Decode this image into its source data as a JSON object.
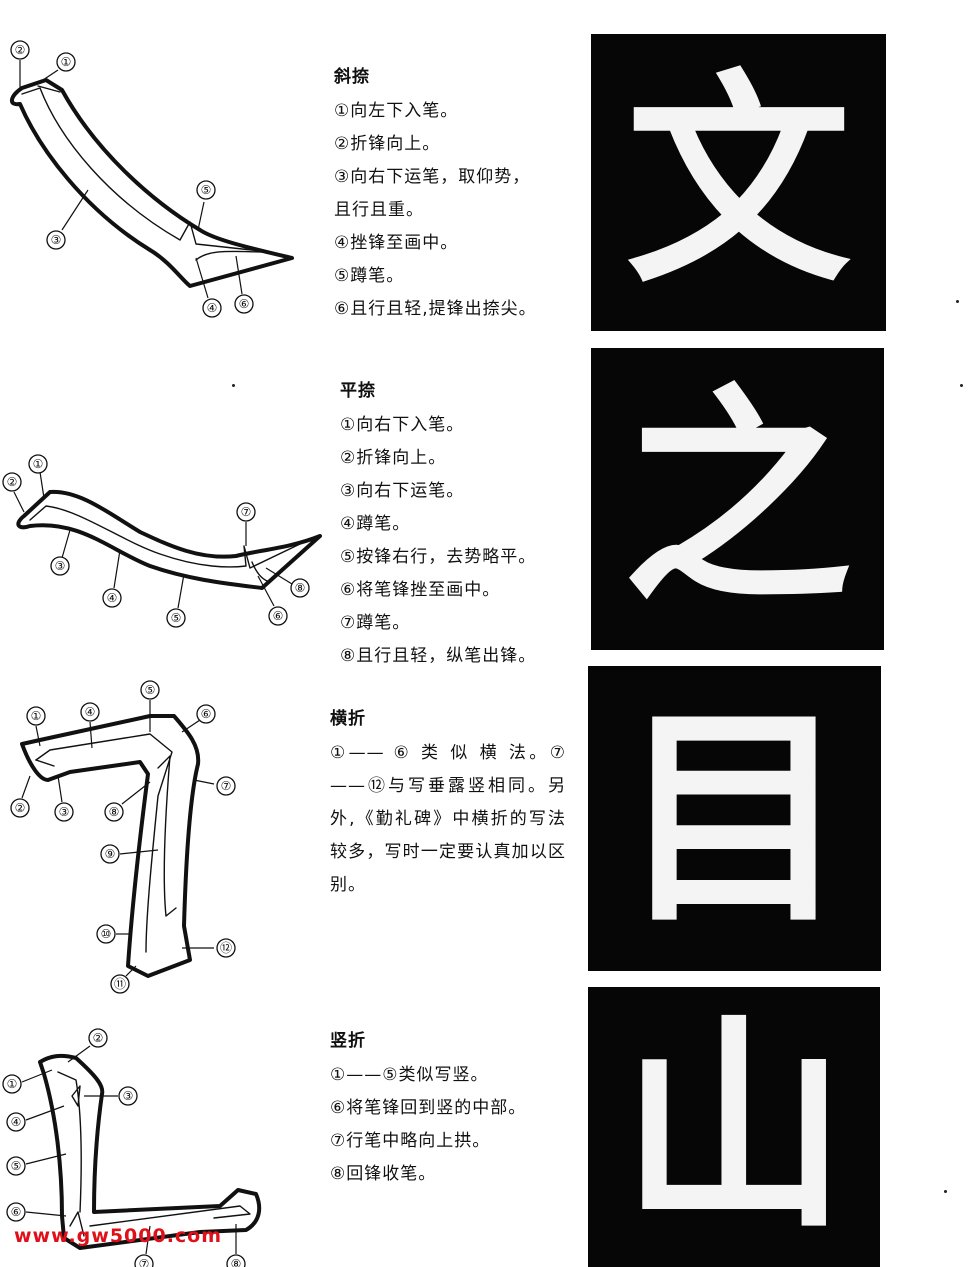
{
  "sections": [
    {
      "title": "斜捺",
      "lines": [
        "①向左下入笔。",
        "②折锋向上。",
        "③向右下运笔，取仰势，",
        "且行且重。",
        "④挫锋至画中。",
        "⑤蹲笔。",
        "⑥且行且轻,提锋出捺尖。"
      ],
      "character": "文"
    },
    {
      "title": "平捺",
      "lines": [
        "①向右下入笔。",
        "②折锋向上。",
        "③向右下运笔。",
        "④蹲笔。",
        "⑤按锋右行，去势略平。",
        "⑥将笔锋挫至画中。",
        "⑦蹲笔。",
        "⑧且行且轻，纵笔出锋。"
      ],
      "character": "之"
    },
    {
      "title": "横折",
      "paragraph": "①—— ⑥ 类 似 横 法。⑦——⑫与写垂露竖相同。另外,《勤礼碑》中横折的写法较多，写时一定要认真加以区别。",
      "character": "目"
    },
    {
      "title": "竖折",
      "lines": [
        "①——⑤类似写竖。",
        "⑥将笔锋回到竖的中部。",
        "⑦行笔中略向上拱。",
        "⑧回锋收笔。"
      ],
      "character": "山"
    }
  ],
  "markers": [
    "①",
    "②",
    "③",
    "④",
    "⑤",
    "⑥",
    "⑦",
    "⑧",
    "⑨",
    "⑩",
    "⑪",
    "⑫"
  ],
  "watermark": "www.gw5000.com"
}
